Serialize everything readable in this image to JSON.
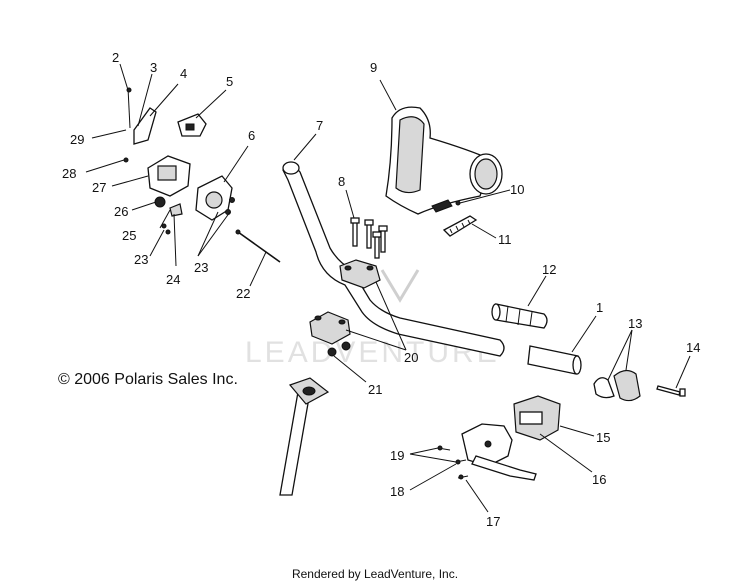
{
  "copyright": "© 2006 Polaris Sales Inc.",
  "credit": "Rendered by LeadVenture, Inc.",
  "watermark": "LEADVENTURE",
  "callouts": [
    "1",
    "2",
    "3",
    "4",
    "5",
    "6",
    "7",
    "8",
    "9",
    "10",
    "11",
    "12",
    "13",
    "14",
    "15",
    "16",
    "17",
    "19",
    "20",
    "21",
    "22",
    "23",
    "23",
    "24",
    "25",
    "26",
    "27",
    "28",
    "29"
  ]
}
